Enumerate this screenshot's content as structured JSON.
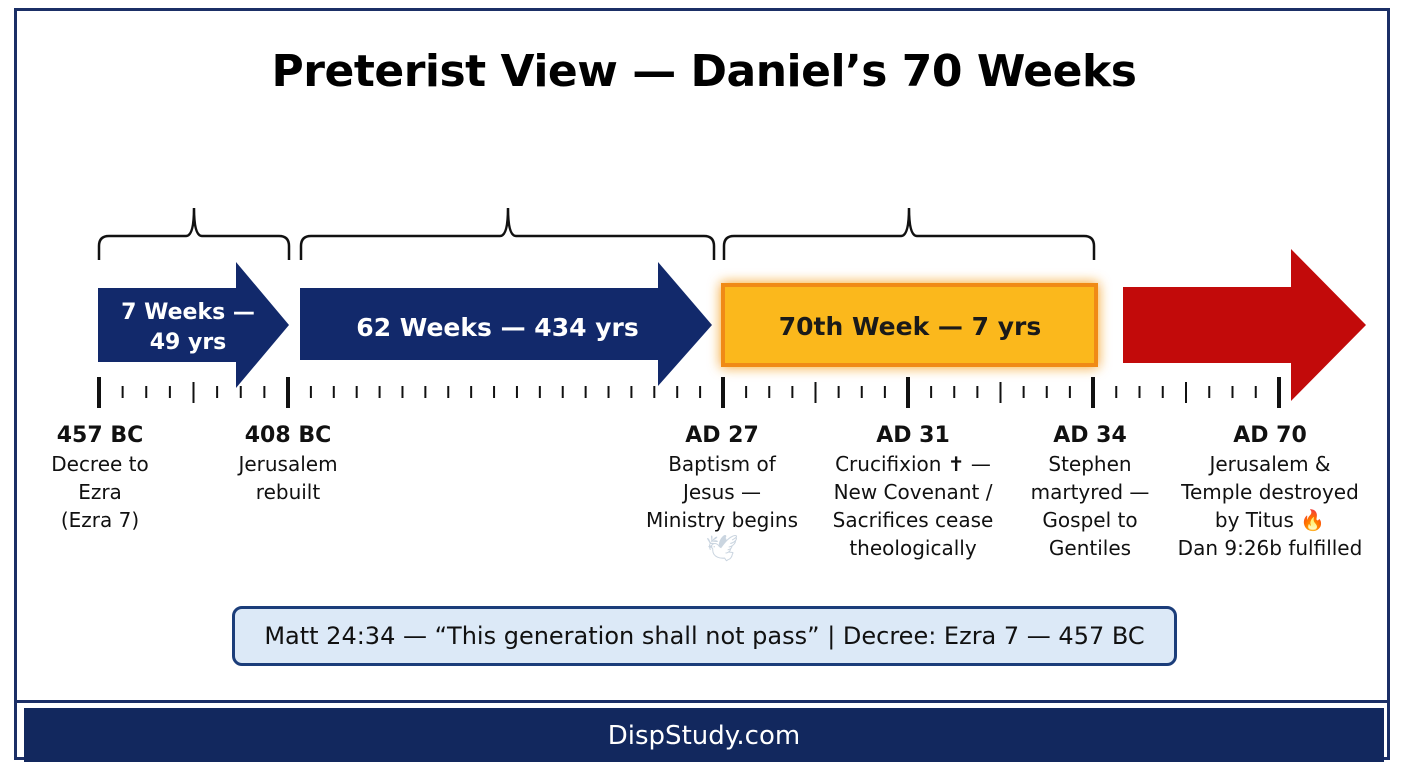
{
  "title": "Preterist View — Daniel’s 70 Weeks",
  "periods": [
    {
      "label": "7 Weeks —\n49 yrs",
      "color": "#12296b"
    },
    {
      "label": "62 Weeks — 434 yrs",
      "color": "#12296b"
    },
    {
      "label": "70th Week — 7 yrs",
      "color": "#fbb81a",
      "border": "#f08a12"
    }
  ],
  "final_arrow_color": "#c20a0a",
  "events": [
    {
      "date": "457 BC",
      "desc": "Decree to\nEzra\n(Ezra 7)"
    },
    {
      "date": "408 BC",
      "desc": "Jerusalem\nrebuilt"
    },
    {
      "date": "AD 27",
      "desc": "Baptism of\nJesus —\nMinistry begins",
      "icon": "dove-icon",
      "icon_glyph": "🕊"
    },
    {
      "date": "AD 31",
      "desc_lines": [
        "Crucifixion ✝ —",
        "New Covenant /",
        "Sacrifices cease",
        "theologically"
      ]
    },
    {
      "date": "AD 34",
      "desc": "Stephen\nmartyred —\nGospel to\nGentiles"
    },
    {
      "date": "AD 70",
      "desc_lines": [
        "Jerusalem &",
        "Temple destroyed",
        "by Titus 🔥",
        "Dan 9:26b fulfilled"
      ]
    }
  ],
  "reference": "Matt 24:34 — “This generation shall not pass” | Decree: Ezra 7 — 457 BC",
  "footer": "DispStudy.com"
}
